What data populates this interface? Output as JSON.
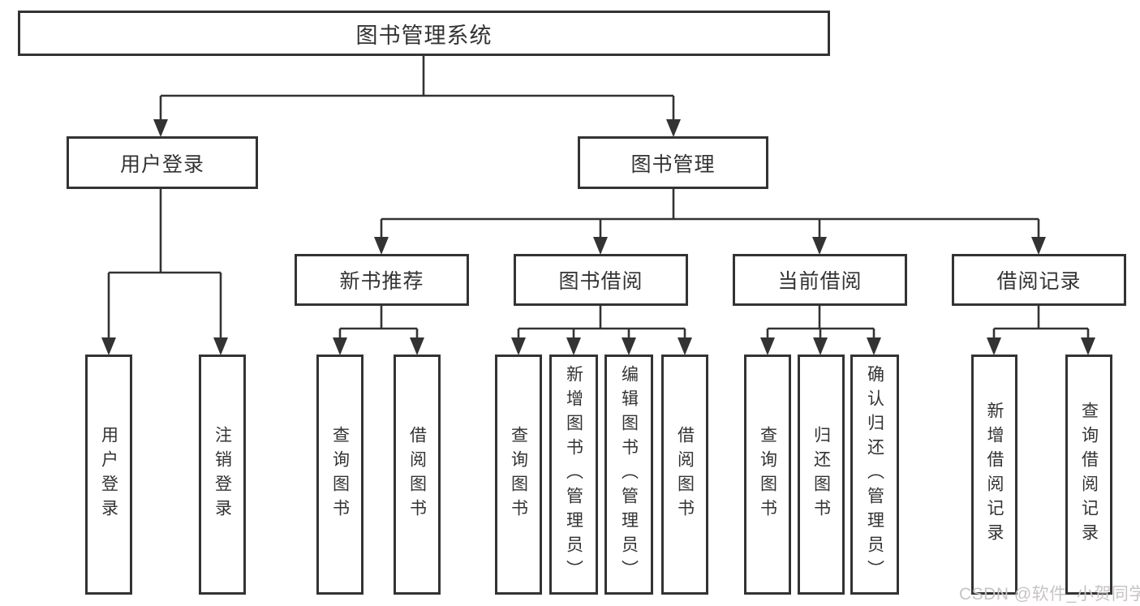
{
  "diagram": {
    "title_node": {
      "label": "图书管理系统"
    },
    "level2": [
      {
        "label": "用户登录"
      },
      {
        "label": "图书管理"
      }
    ],
    "level3": [
      {
        "label": "新书推荐"
      },
      {
        "label": "图书借阅"
      },
      {
        "label": "当前借阅"
      },
      {
        "label": "借阅记录"
      }
    ],
    "leaves": {
      "user_login": [
        "用户登录",
        "注销登录"
      ],
      "new_book": [
        "查询图书",
        "借阅图书"
      ],
      "book_borrow": [
        "查询图书",
        "新增图书（管理员）",
        "编辑图书（管理员）",
        "借阅图书"
      ],
      "current_borrow": [
        "查询图书",
        "归还图书",
        "确认归还（管理员）"
      ],
      "borrow_record": [
        "新增借阅记录",
        "查询借阅记录"
      ]
    }
  },
  "watermark": {
    "text": "CSDN @软件_小贺同学"
  },
  "colors": {
    "line": "#333333",
    "box_border": "#333333",
    "text": "#333333",
    "background": "#ffffff",
    "watermark": "#c9c3c3"
  }
}
